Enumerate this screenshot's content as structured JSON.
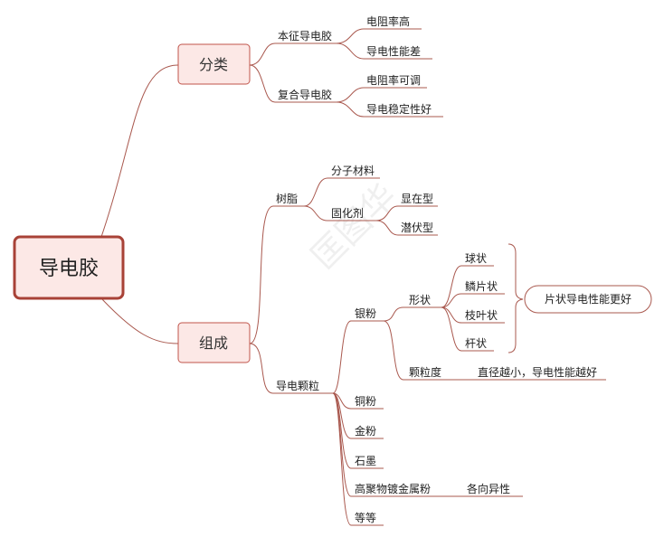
{
  "colors": {
    "accent": "#a84237",
    "branch": "#a9584e",
    "fill": "#fce8e6"
  },
  "watermark": "匡图华",
  "root": {
    "label": "导电胶"
  },
  "classification": {
    "label": "分类",
    "intrinsic": {
      "label": "本征导电胶",
      "items": [
        "电阻率高",
        "导电性能差"
      ]
    },
    "composite": {
      "label": "复合导电胶",
      "items": [
        "电阻率可调",
        "导电稳定性好"
      ]
    }
  },
  "composition": {
    "label": "组成",
    "resin": {
      "label": "树脂",
      "molecular": "分子材料",
      "curing": {
        "label": "固化剂",
        "items": [
          "显在型",
          "潜伏型"
        ]
      }
    },
    "particles": {
      "label": "导电颗粒",
      "silver": {
        "label": "银粉",
        "shape": {
          "label": "形状",
          "items": [
            "球状",
            "鳞片状",
            "枝叶状",
            "杆状"
          ],
          "note": "片状导电性能更好"
        },
        "size": {
          "label": "颗粒度",
          "note": "直径越小，导电性能越好"
        }
      },
      "copper": "铜粉",
      "gold": "金粉",
      "graphite": "石墨",
      "polymer": {
        "label": "高聚物镀金属粉",
        "note": "各向异性"
      },
      "etc": "等等"
    }
  }
}
